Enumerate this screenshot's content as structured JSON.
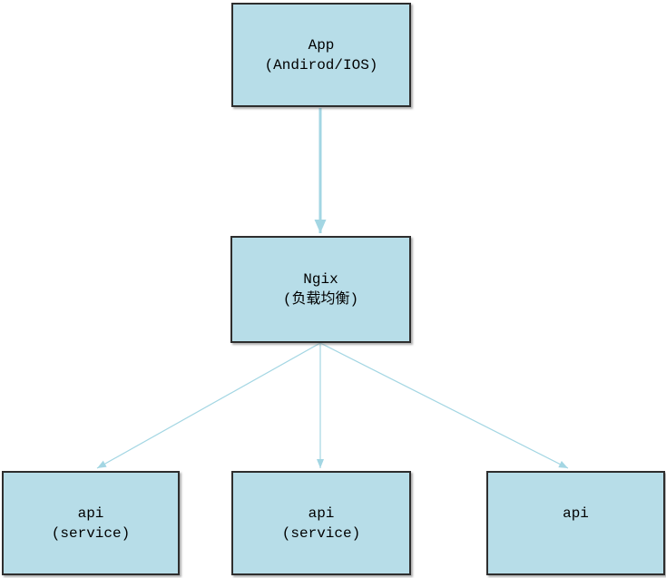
{
  "diagram": {
    "type": "flowchart",
    "background": "#ffffff"
  },
  "nodes": [
    {
      "id": "app",
      "line1": "App",
      "line2": "(Andirod/IOS)"
    },
    {
      "id": "ngix",
      "line1": "Ngix",
      "line2": "(负载均衡)"
    },
    {
      "id": "api1",
      "line1": "api",
      "line2": "(service)"
    },
    {
      "id": "api2",
      "line1": "api",
      "line2": "(service)"
    },
    {
      "id": "api3",
      "line1": "api",
      "line2": ""
    }
  ],
  "edges": [
    {
      "from": "app",
      "to": "ngix",
      "style": "thick-vertical-arrow"
    },
    {
      "from": "ngix",
      "to": "api1",
      "style": "thin-diagonal-arrow"
    },
    {
      "from": "ngix",
      "to": "api2",
      "style": "thin-vertical-arrow"
    },
    {
      "from": "ngix",
      "to": "api3",
      "style": "thin-diagonal-arrow"
    }
  ],
  "colors": {
    "node_fill": "#b7dde8",
    "node_border": "#2e2e2e",
    "arrow": "#a3d6e3",
    "text": "#000000",
    "background": "#ffffff"
  }
}
